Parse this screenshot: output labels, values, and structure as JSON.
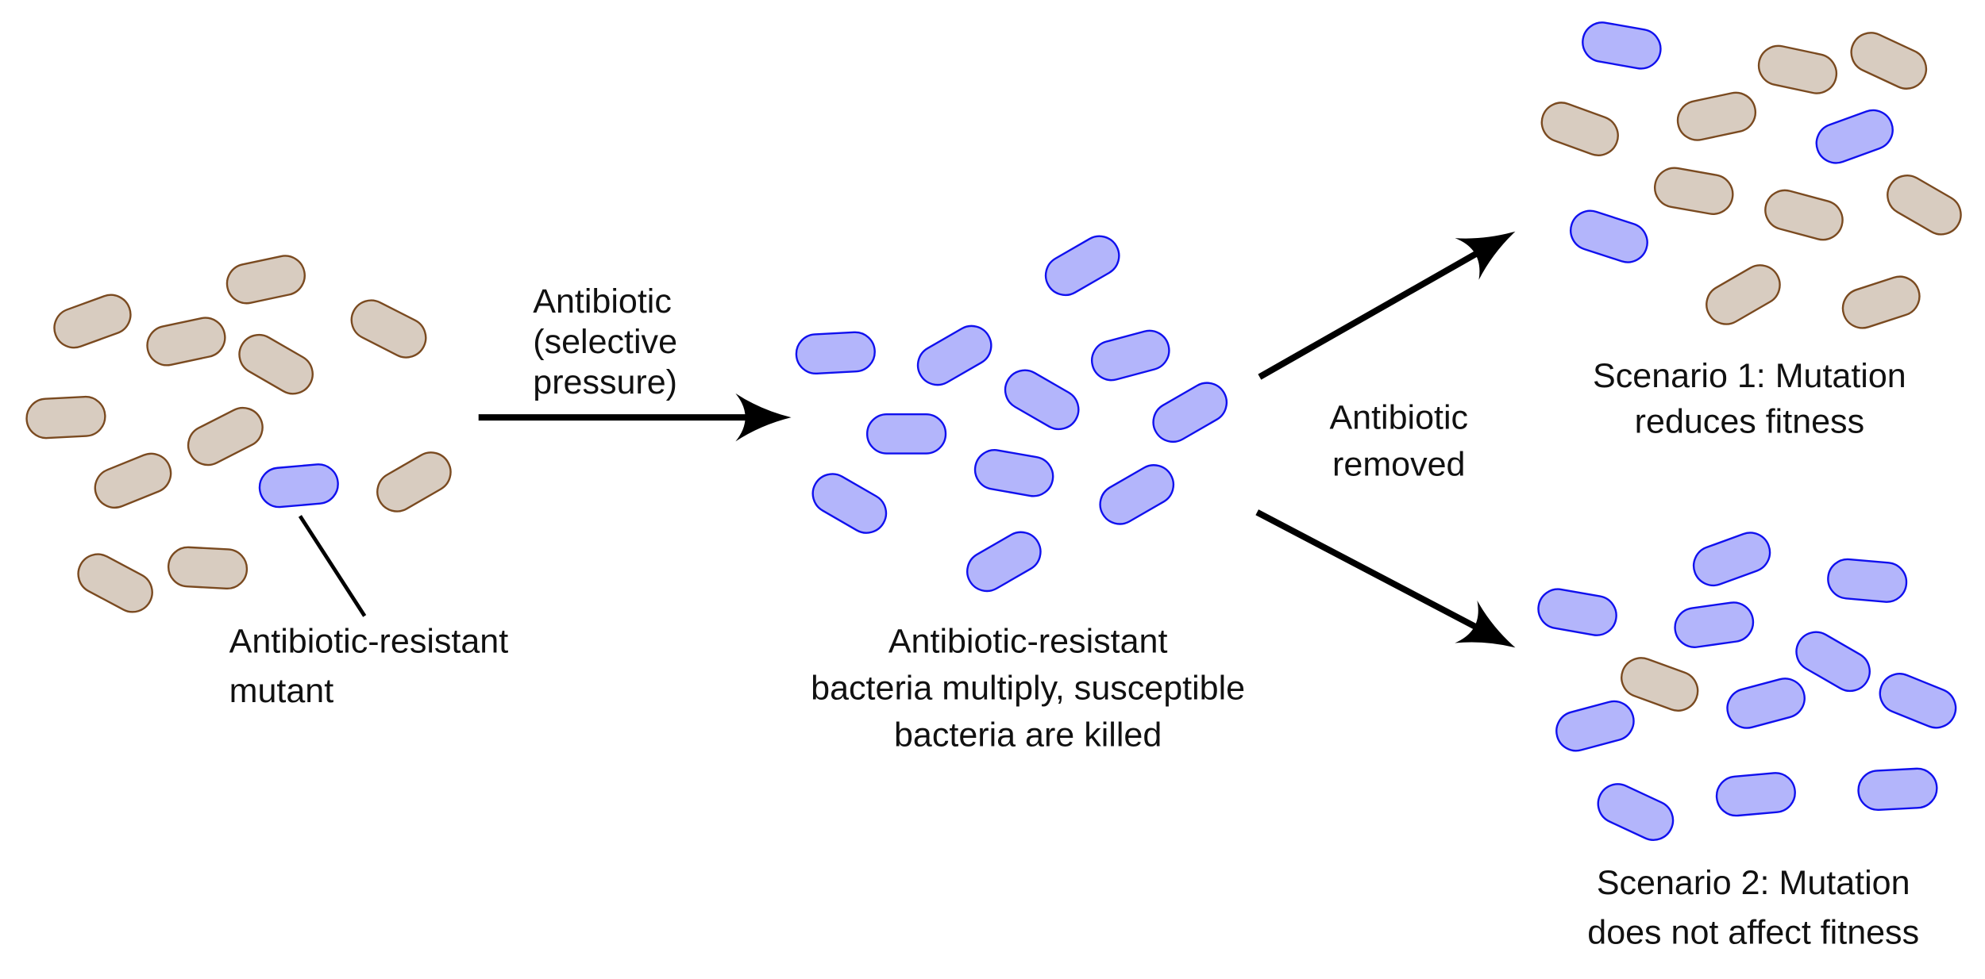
{
  "colors": {
    "susceptible_fill": "#d8ccc0",
    "susceptible_stroke": "#7a4a20",
    "resistant_fill": "#b3b5fb",
    "resistant_stroke": "#1010ee",
    "arrow": "#000000"
  },
  "labels": {
    "step1_arrow": [
      "Antibiotic",
      "(selective",
      "pressure)"
    ],
    "mutant": [
      "Antibiotic-resistant",
      "mutant"
    ],
    "middle_caption": [
      "Antibiotic-resistant",
      "bacteria multiply, susceptible",
      "bacteria are killed"
    ],
    "step2_arrow": [
      "Antibiotic",
      "removed"
    ],
    "scenario1": [
      "Scenario 1: Mutation",
      "reduces fitness"
    ],
    "scenario2": [
      "Scenario 2: Mutation",
      "does not affect fitness"
    ]
  }
}
